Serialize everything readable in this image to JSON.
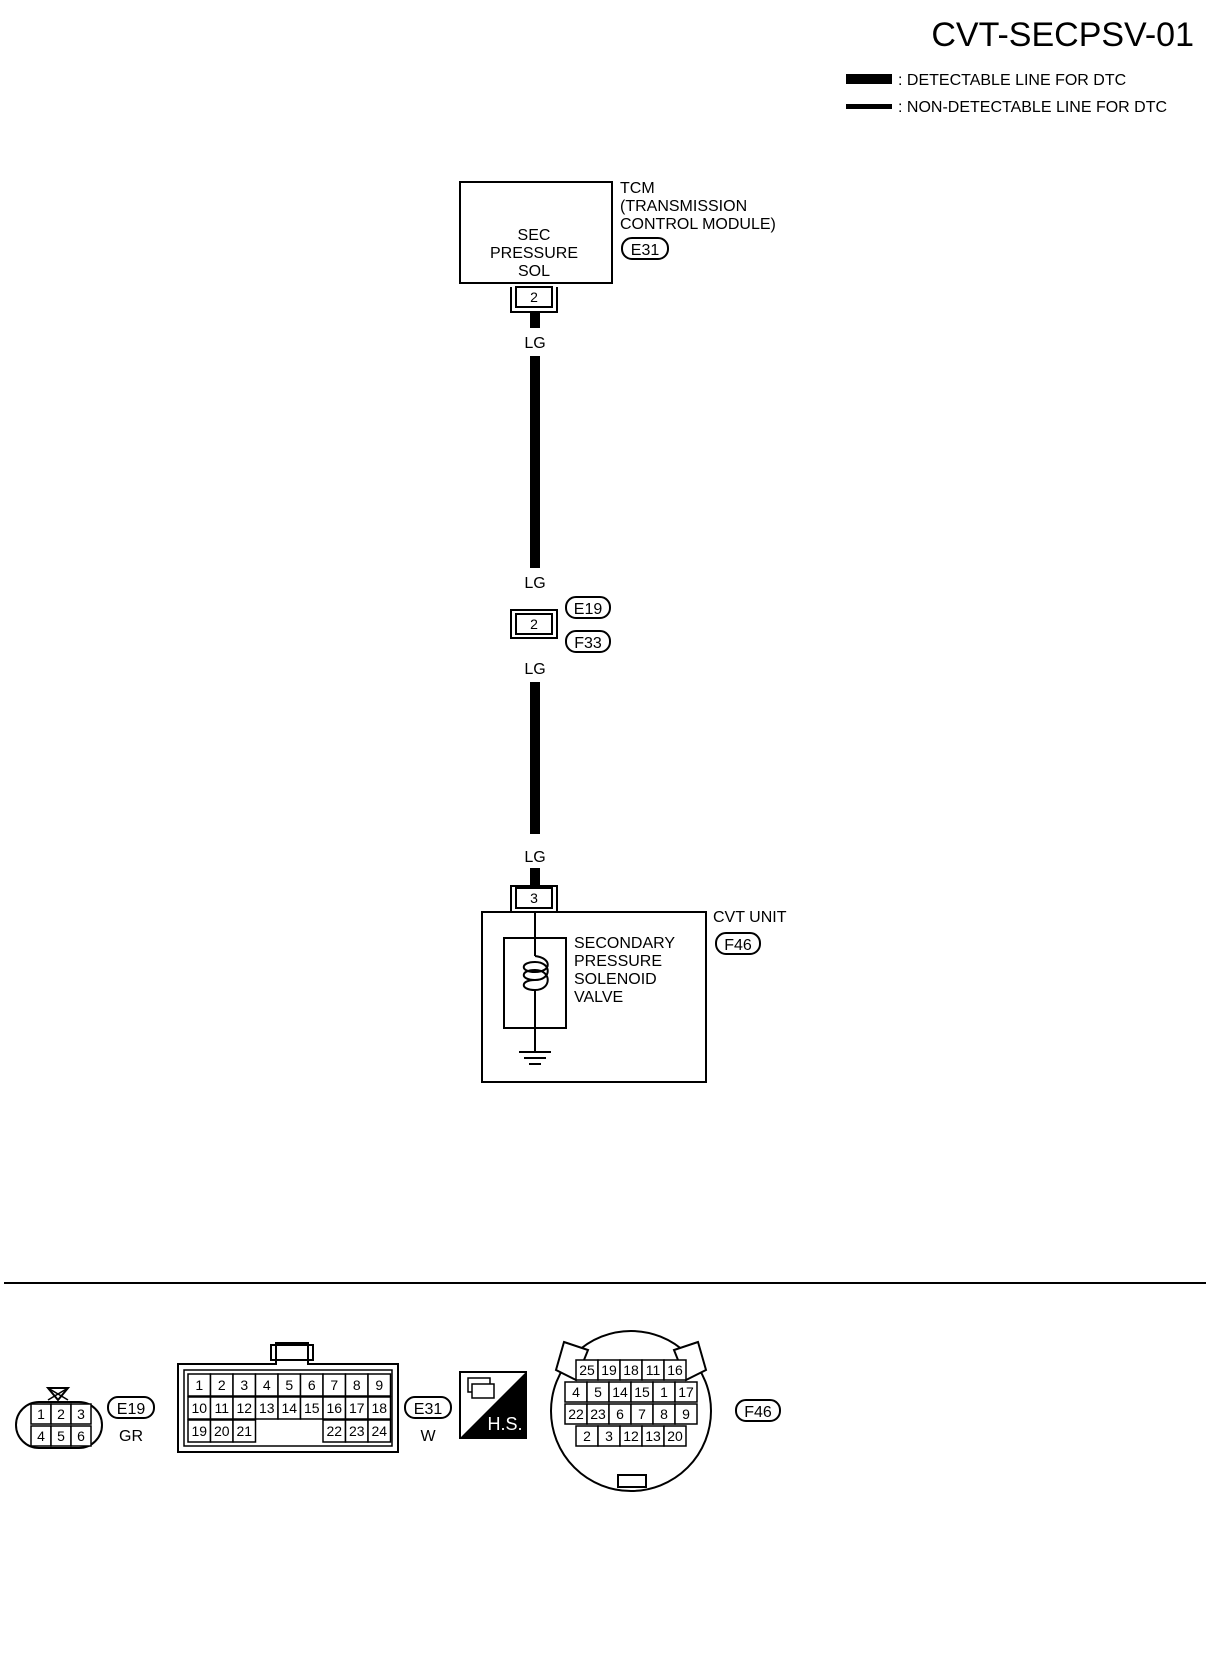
{
  "title": "CVT-SECPSV-01",
  "legend": {
    "detectable": ": DETECTABLE LINE FOR DTC",
    "non_detectable": ": NON-DETECTABLE LINE FOR DTC"
  },
  "tcm": {
    "internal_label": [
      "SEC",
      "PRESSURE",
      "SOL"
    ],
    "name_lines": [
      "TCM",
      "(TRANSMISSION",
      "CONTROL MODULE)"
    ],
    "connector": "E31",
    "pin": "2"
  },
  "wire_color": "LG",
  "junction": {
    "connector_top": "E19",
    "connector_bottom": "F33",
    "pin": "2"
  },
  "cvt_unit": {
    "name": "CVT UNIT",
    "connector": "F46",
    "pin": "3",
    "internal_label": [
      "SECONDARY",
      "PRESSURE",
      "SOLENOID",
      "VALVE"
    ]
  },
  "connector_views": {
    "e19": {
      "id": "E19",
      "color": "GR",
      "rows": [
        [
          "1",
          "2",
          "3"
        ],
        [
          "4",
          "5",
          "6"
        ]
      ]
    },
    "e31": {
      "id": "E31",
      "color": "W",
      "row1": [
        "1",
        "2",
        "3",
        "4",
        "5",
        "6",
        "7",
        "8",
        "9"
      ],
      "row2": [
        "10",
        "11",
        "12",
        "13",
        "14",
        "15",
        "16",
        "17",
        "18"
      ],
      "row3_left": [
        "19",
        "20",
        "21"
      ],
      "row3_right": [
        "22",
        "23",
        "24"
      ]
    },
    "hs_label": "H.S.",
    "f46": {
      "id": "F46",
      "rows": [
        [
          "25",
          "19",
          "18",
          "11",
          "16"
        ],
        [
          "4",
          "5",
          "14",
          "15",
          "1",
          "17"
        ],
        [
          "22",
          "23",
          "6",
          "7",
          "8",
          "9"
        ],
        [
          "2",
          "3",
          "12",
          "13",
          "20"
        ]
      ]
    }
  }
}
